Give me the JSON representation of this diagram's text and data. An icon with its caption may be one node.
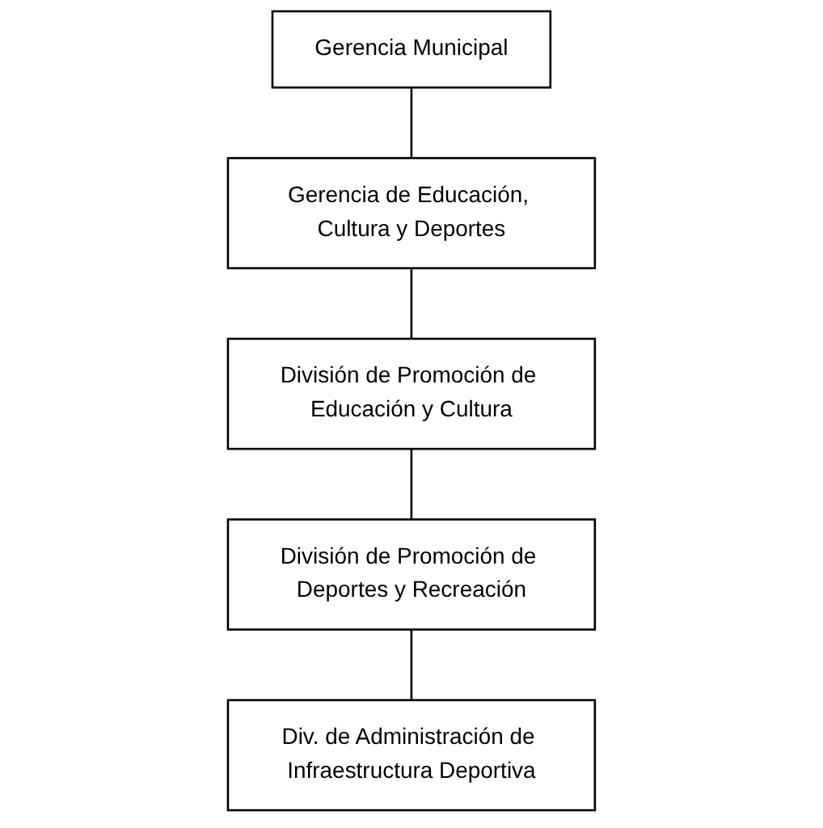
{
  "diagram": {
    "nodes": [
      {
        "text": [
          "Gerencia Municipal"
        ]
      },
      {
        "text": [
          "Gerencia de Educación, Cultura y Deportes"
        ]
      },
      {
        "text": [
          "División de Promoción de Educación y Cultura"
        ]
      },
      {
        "text": [
          "División de Promoción de Deportes y Recreación"
        ]
      },
      {
        "text": [
          "Div. de Administración de Infraestructura Deportiva"
        ]
      }
    ],
    "edges": [
      {
        "from": 0,
        "to": 1,
        "arrow": "none"
      },
      {
        "from": 1,
        "to": 2,
        "arrow": "none"
      },
      {
        "from": 2,
        "to": 3,
        "arrow": "none"
      },
      {
        "from": 3,
        "to": 4,
        "arrow": "none"
      }
    ]
  }
}
